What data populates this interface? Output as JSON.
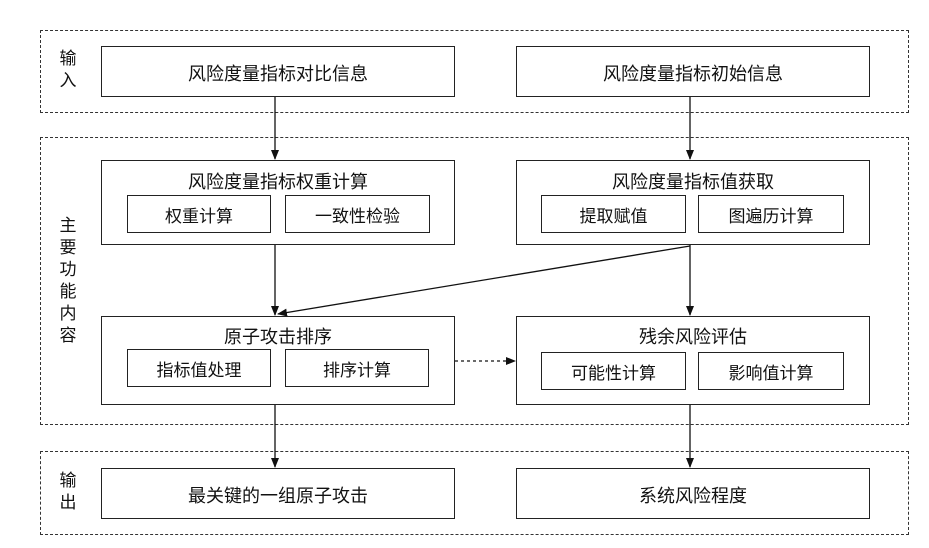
{
  "sections": {
    "input_label": "输\n入",
    "main_label": "主\n要\n功\n能\n内\n容",
    "output_label": "输\n出"
  },
  "input": {
    "left": "风险度量指标对比信息",
    "right": "风险度量指标初始信息"
  },
  "main": {
    "weight_calc": {
      "title": "风险度量指标权重计算",
      "sub1": "权重计算",
      "sub2": "一致性检验"
    },
    "value_acquire": {
      "title": "风险度量指标值获取",
      "sub1": "提取赋值",
      "sub2": "图遍历计算"
    },
    "atomic_sort": {
      "title": "原子攻击排序",
      "sub1": "指标值处理",
      "sub2": "排序计算"
    },
    "residual_risk": {
      "title": "残余风险评估",
      "sub1": "可能性计算",
      "sub2": "影响值计算"
    }
  },
  "output": {
    "left": "最关键的一组原子攻击",
    "right": "系统风险程度"
  }
}
